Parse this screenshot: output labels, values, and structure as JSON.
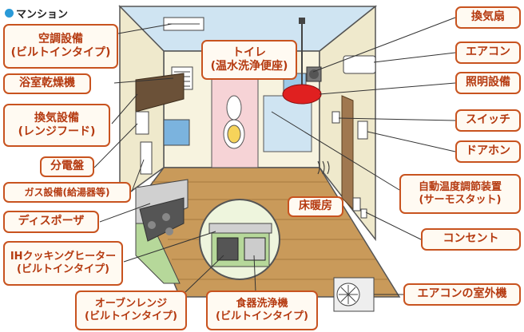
{
  "title": "マンション",
  "colors": {
    "accent": "#c8531f",
    "dot": "#2a9ad8",
    "floor": "#c99a5a",
    "wall": "#f7f3df"
  },
  "labels": {
    "ventilation_fan": "換気扇",
    "air_conditioner": "エアコン",
    "lighting": "照明設備",
    "switch": "スイッチ",
    "intercom": "ドアホン",
    "auto_temp_1": "自動温度調節装置",
    "auto_temp_2": "(サーモスタット)",
    "outlet": "コンセント",
    "outdoor_unit": "エアコンの室外機",
    "ceiling_ac_1": "空調設備",
    "ceiling_ac_2": "(ビルトインタイプ)",
    "bath_dryer": "浴室乾燥機",
    "range_hood_1": "換気設備",
    "range_hood_2": "(レンジフード)",
    "breaker": "分電盤",
    "gas_heater": "ガス設備(給湯器等)",
    "disposer": "ディスポーザ",
    "ih_1": "IHクッキングヒーター",
    "ih_2": "(ビルトインタイプ)",
    "oven_1": "オーブンレンジ",
    "oven_2": "(ビルトインタイプ)",
    "dishwasher_1": "食器洗浄機",
    "dishwasher_2": "(ビルトインタイプ)",
    "toilet_1": "トイレ",
    "toilet_2": "(温水洗浄便座)",
    "floor_heating": "床暖房"
  }
}
